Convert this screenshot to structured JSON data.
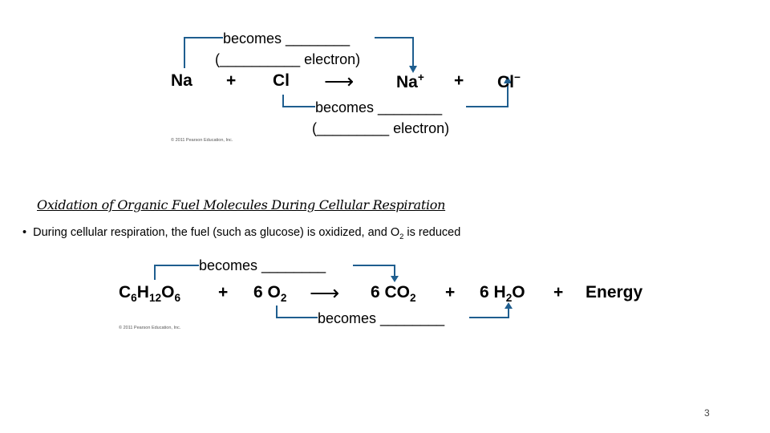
{
  "figure1": {
    "top_label_line1": "becomes ________",
    "top_label_line2": "(__________ electron)",
    "bottom_label_line1": "becomes ________",
    "bottom_label_line2": "(_________ electron)",
    "na": "Na",
    "plus1": "+",
    "cl": "Cl",
    "arrow": "⟶",
    "na_plus_base": "Na",
    "na_plus_sup": "+",
    "plus2": "+",
    "cl_minus_base": "Cl",
    "cl_minus_sup": "−",
    "credit": "© 2011 Pearson Education, Inc."
  },
  "section": {
    "heading": "Oxidation of Organic Fuel Molecules During Cellular Respiration",
    "bullet_glyph": "•",
    "bullet_text_before": "During cellular respiration, the fuel (such as glucose) is oxidized, and O",
    "bullet_sub": "2",
    "bullet_text_after": " is reduced"
  },
  "figure2": {
    "top_label": "becomes ________",
    "bottom_label": "becomes ________",
    "glucose": {
      "c": "C",
      "c_sub": "6",
      "h": "H",
      "h_sub": "12",
      "o": "O",
      "o_sub": "6"
    },
    "plus1": "+",
    "oxygen": {
      "coef": "6 O",
      "sub": "2"
    },
    "arrow": "⟶",
    "co2": {
      "coef": "6 CO",
      "sub": "2"
    },
    "plus2": "+",
    "water": {
      "coef": "6 H",
      "sub": "2",
      "tail": "O"
    },
    "plus3": "+",
    "energy": "Energy",
    "credit": "© 2011 Pearson Education, Inc."
  },
  "page_number": "3",
  "colors": {
    "connector": "#1f5e8f"
  }
}
